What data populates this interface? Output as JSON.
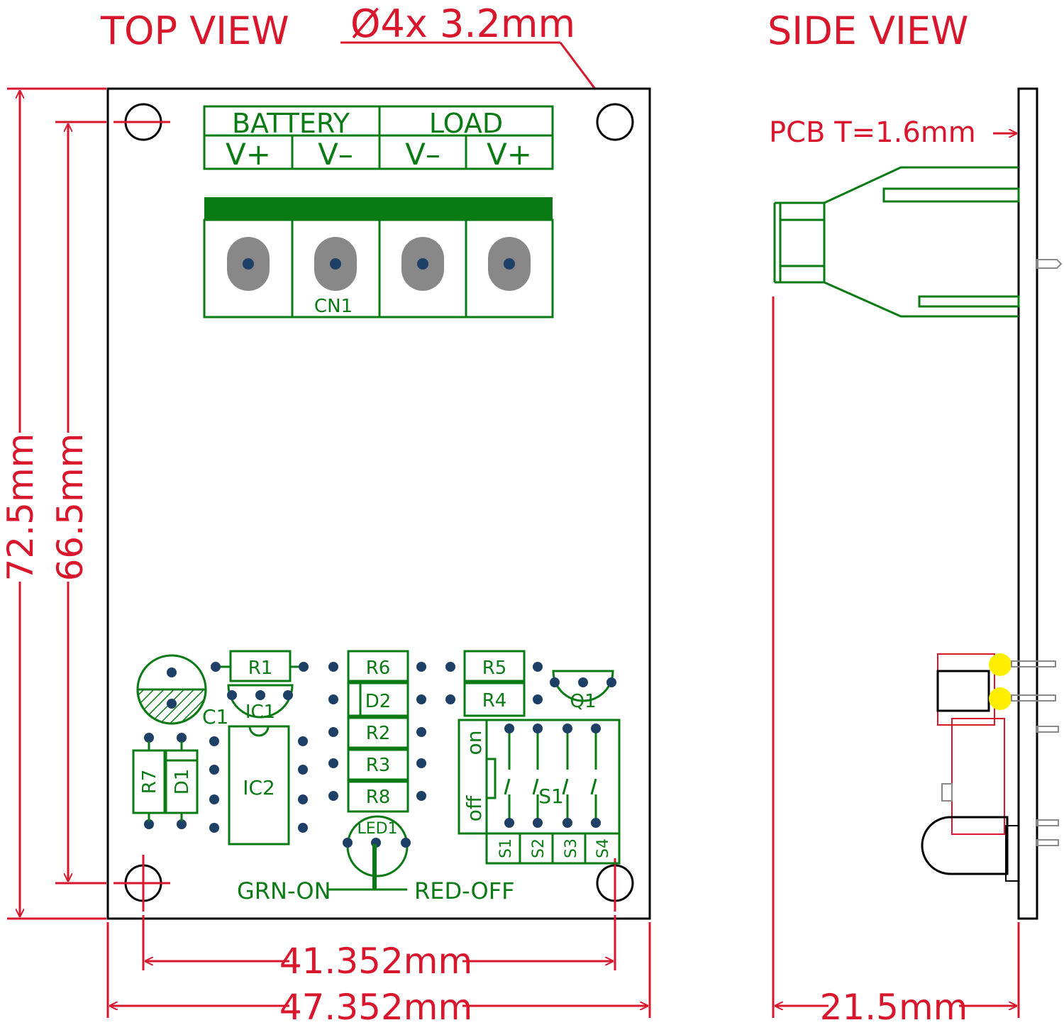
{
  "titles": {
    "top_view": "TOP VIEW",
    "side_view": "SIDE VIEW"
  },
  "callouts": {
    "holes": "Ø4x 3.2mm",
    "pcb_thickness": "PCB T=1.6mm"
  },
  "dimensions": {
    "outer_height": "72.5mm",
    "hole_pitch_height": "66.5mm",
    "hole_pitch_width": "41.352mm",
    "outer_width": "47.352mm",
    "side_depth": "21.5mm"
  },
  "terminal": {
    "groups": [
      "BATTERY",
      "LOAD"
    ],
    "pins": [
      "V+",
      "V–",
      "V–",
      "V+"
    ],
    "ref": "CN1"
  },
  "components": {
    "R1": "R1",
    "R2": "R2",
    "R3": "R3",
    "R4": "R4",
    "R5": "R5",
    "R6": "R6",
    "R7": "R7",
    "R8": "R8",
    "D1": "D1",
    "D2": "D2",
    "C1": "C1",
    "IC1": "IC1",
    "IC2": "IC2",
    "Q1": "Q1",
    "S1": "S1",
    "LED1": "LED1",
    "switch_on": "on",
    "switch_off": "off",
    "switch_positions": [
      "S1",
      "S2",
      "S3",
      "S4"
    ]
  },
  "led_labels": {
    "green": "GRN-ON",
    "red": "RED-OFF"
  },
  "colors": {
    "dimension": "#d8162c",
    "silkscreen": "#0a7a14",
    "pad": "#1e3f66",
    "screw": "#888888",
    "led": "#ffee00"
  }
}
